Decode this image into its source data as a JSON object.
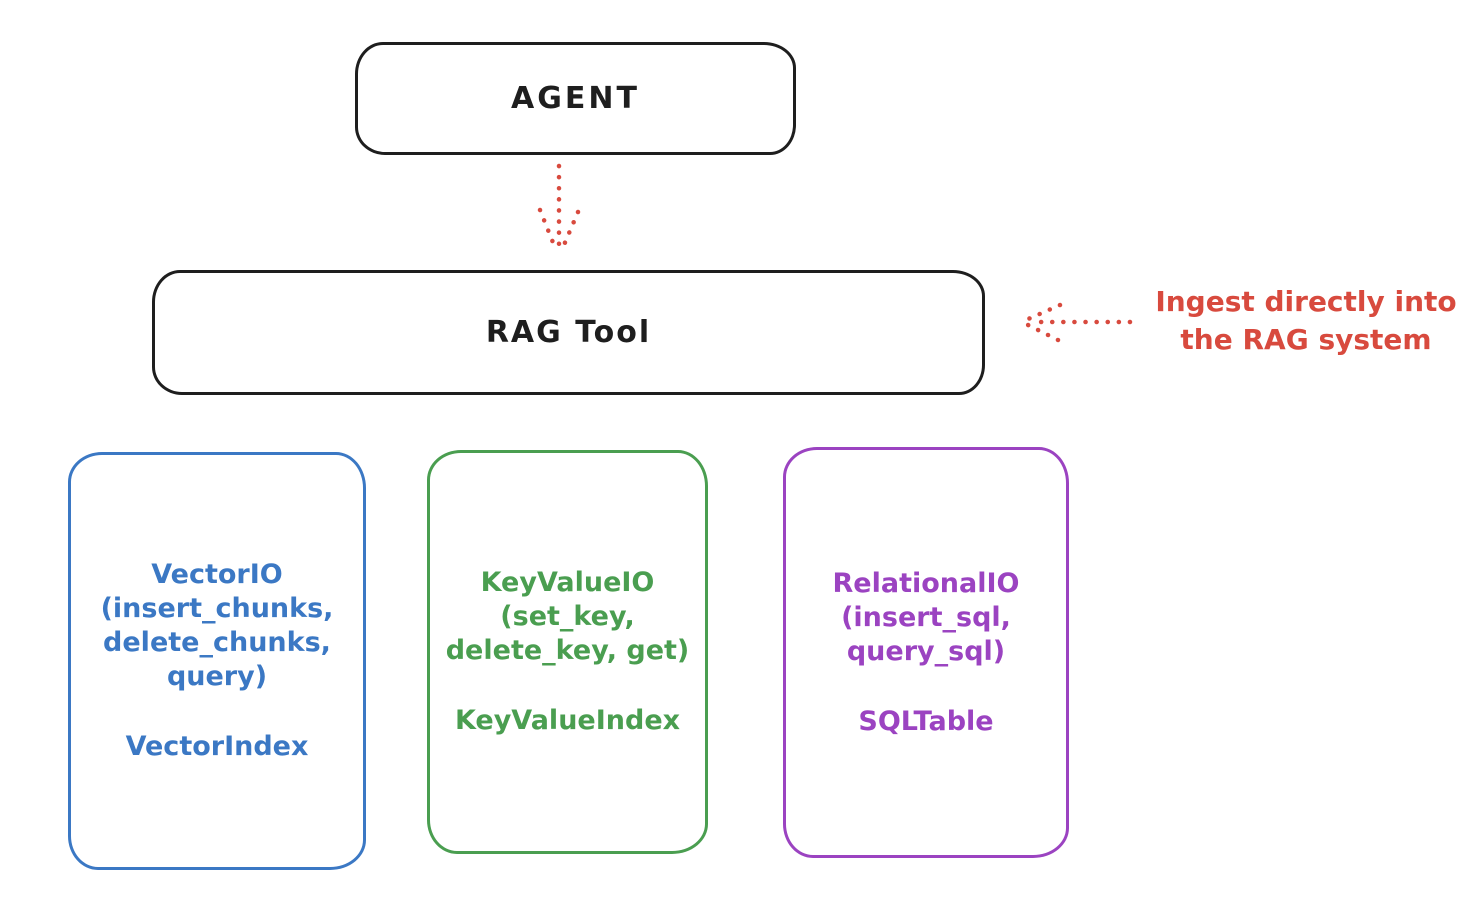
{
  "colors": {
    "stroke": "#1e1e1e",
    "accent_red": "#d84a3e",
    "vector_blue": "#3b78c4",
    "keyvalue_green": "#4a9e50",
    "relational_purple": "#9b43c1",
    "background": "#ffffff"
  },
  "agent": {
    "label": "AGENT"
  },
  "rag_tool": {
    "label": "RAG Tool"
  },
  "annotation": {
    "line1": "Ingest directly into",
    "line2": "the RAG system"
  },
  "arrows": {
    "agent_to_rag": "dotted-red-down-arrow",
    "annotation_to_rag": "dotted-red-left-arrow"
  },
  "boxes": [
    {
      "name": "vector-io",
      "color": "#3b78c4",
      "lines": [
        "VectorIO",
        "(insert_chunks,",
        "delete_chunks,",
        "query)"
      ],
      "index_label": "VectorIndex"
    },
    {
      "name": "keyvalue-io",
      "color": "#4a9e50",
      "lines": [
        "KeyValueIO",
        "(set_key,",
        "delete_key, get)"
      ],
      "index_label": "KeyValueIndex"
    },
    {
      "name": "relational-io",
      "color": "#9b43c1",
      "lines": [
        "RelationalIO",
        "(insert_sql,",
        "query_sql)"
      ],
      "index_label": "SQLTable"
    }
  ]
}
